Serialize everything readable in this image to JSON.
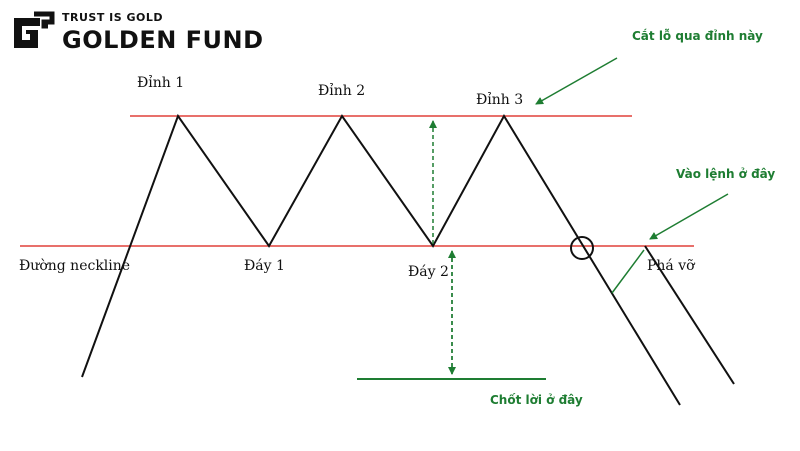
{
  "logo": {
    "tagline": "TRUST IS GOLD",
    "name": "GOLDEN FUND"
  },
  "labels": {
    "peak1": "Đỉnh 1",
    "peak2": "Đỉnh 2",
    "peak3": "Đỉnh 3",
    "trough1": "Đáy 1",
    "trough2": "Đáy 2",
    "neckline": "Đường neckline",
    "breakout": "Phá vỡ"
  },
  "annotations": {
    "stop_loss": "Cắt lỗ qua đỉnh này",
    "entry": "Vào lệnh ở đây",
    "take_profit": "Chốt lời ở đây"
  },
  "colors": {
    "level_line": "#e0403a",
    "price_line": "#111111",
    "annotation": "#1e7d32"
  }
}
